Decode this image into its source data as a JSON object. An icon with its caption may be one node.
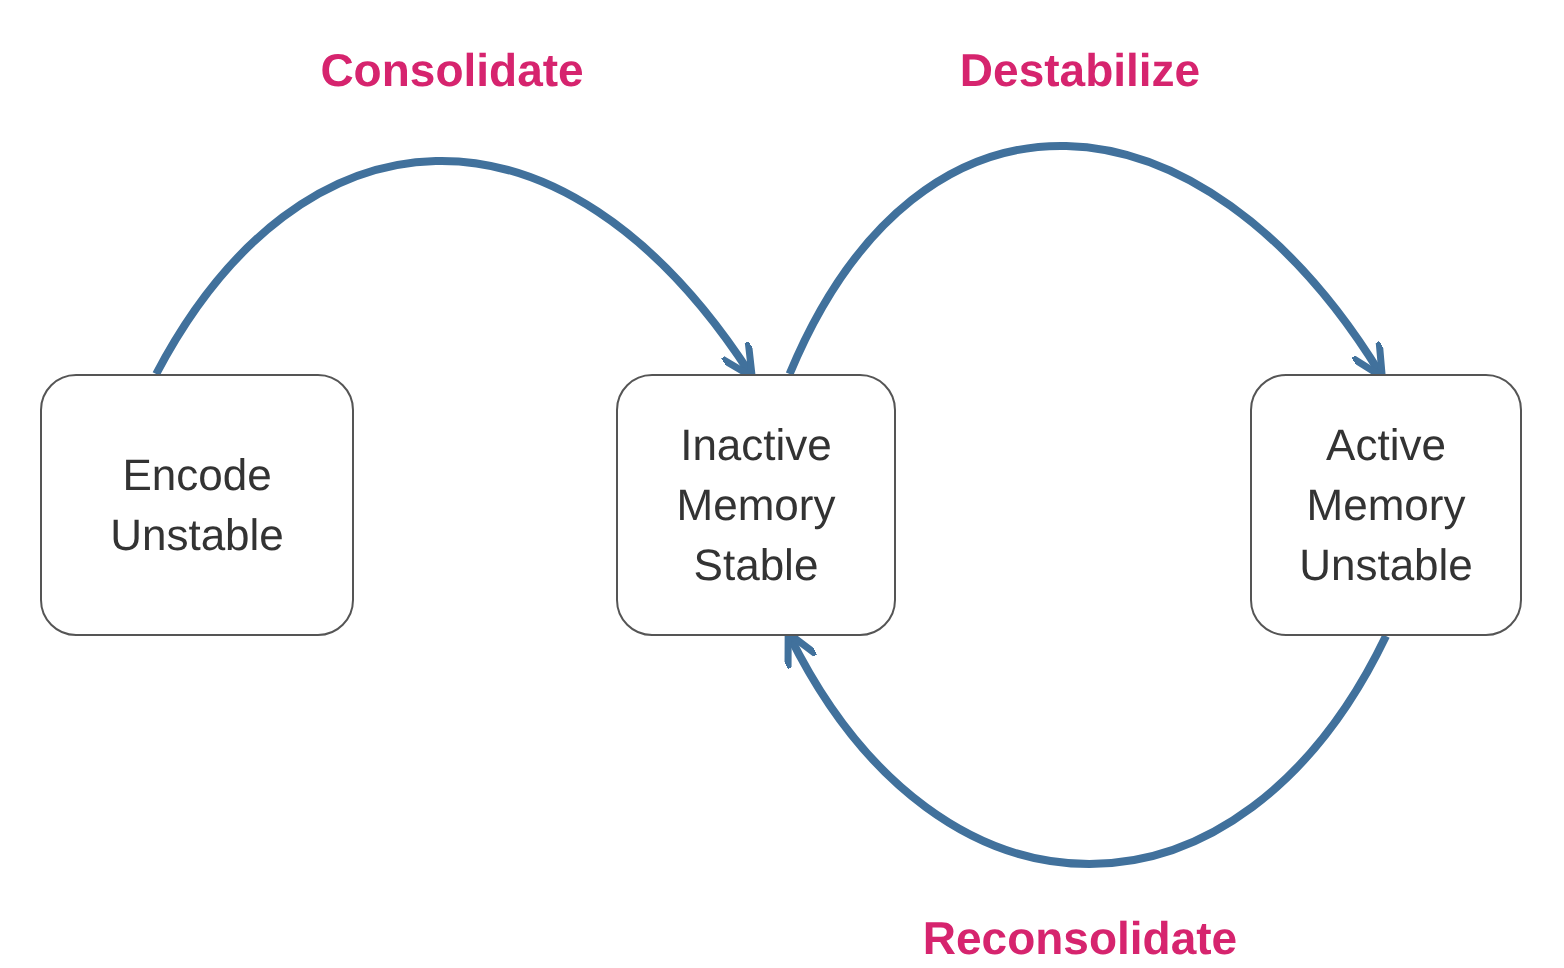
{
  "diagram": {
    "nodes": [
      {
        "text": [
          "Encode Unstable"
        ]
      },
      {
        "text": [
          "Inactive Memory Stable"
        ]
      },
      {
        "text": [
          "Active Memory Unstable"
        ]
      }
    ],
    "edges": [
      {
        "from": 0,
        "to": 1,
        "arrow": "to",
        "label": "Consolidate"
      },
      {
        "from": 1,
        "to": 2,
        "arrow": "to",
        "label": "Destabilize"
      },
      {
        "from": 2,
        "to": 1,
        "arrow": "to",
        "label": "Reconsolidate"
      }
    ]
  }
}
